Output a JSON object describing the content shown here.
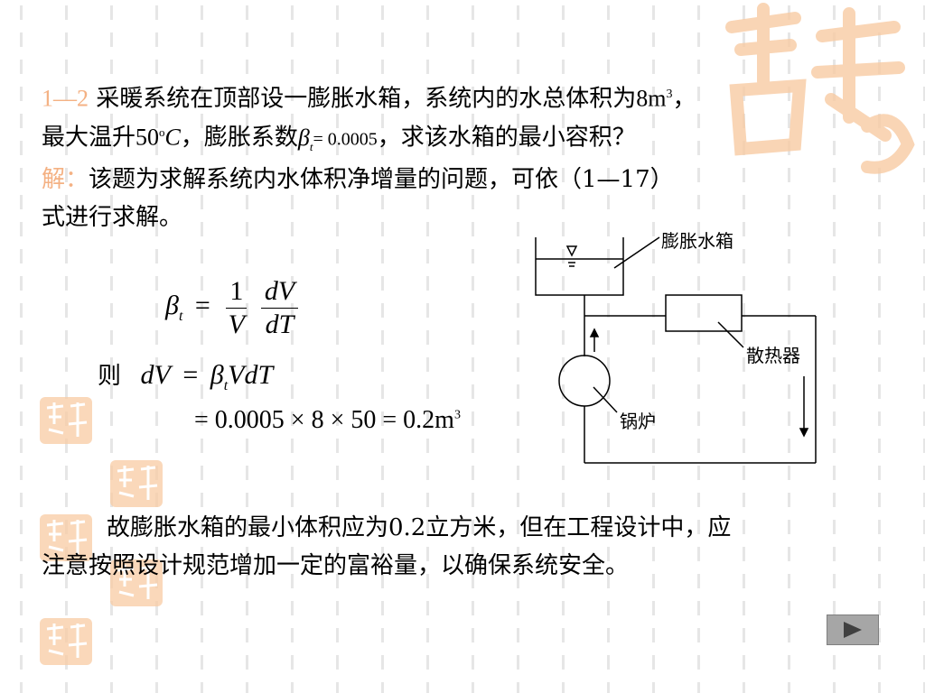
{
  "problem": {
    "number": "1—2",
    "line1_text": "采暖系统在顶部设一膨胀水箱，系统内的水总体积为",
    "line1_value": "8m",
    "line1_sup": "3",
    "line1_end": "，",
    "line2_a": "最大温升",
    "line2_temp": "50",
    "line2_temp_sup": "o",
    "line2_temp_unit": "C",
    "line2_b": "，膨胀系数",
    "line2_beta_eq": "= 0.0005",
    "line2_c": "，求该水箱的最小容积？"
  },
  "solution": {
    "label": "解：",
    "line1": "该题为求解系统内水体积净增量的问题，可依（1—17）",
    "line2": "式进行求解。"
  },
  "formula": {
    "num": "1",
    "dv": "dV",
    "v": "V",
    "dt": "dT",
    "then_label": "则",
    "step2_rhs": "VdT",
    "step3": "= 0.0005 × 8 × 50 = 0.2m",
    "step3_sup": "3"
  },
  "diagram": {
    "tank_label": "膨胀水箱",
    "radiator_label": "散热器",
    "boiler_label": "锅炉"
  },
  "conclusion": {
    "line1": "故膨胀水箱的最小体积应为0.2立方米，但在工程设计中，应",
    "line2": "注意按照设计规范增加一定的富裕量，以确保系统安全。"
  },
  "colors": {
    "accent": "#f4b183",
    "deco": "#f8cba3",
    "button": "#a6a6a6"
  }
}
